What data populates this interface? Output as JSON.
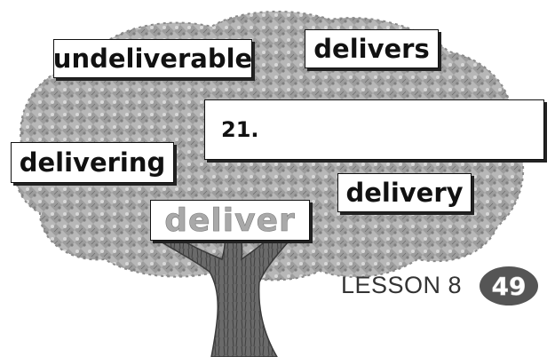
{
  "words": {
    "undeliverable": "undeliverable",
    "delivers": "delivers",
    "delivering": "delivering",
    "delivery": "delivery",
    "root": "deliver"
  },
  "answer": {
    "number": "21."
  },
  "footer": {
    "lesson": "LESSON 8",
    "page": "49"
  },
  "colors": {
    "box_border": "#111111",
    "root_word": "#a9a9a9",
    "foliage": "#9a9a9a",
    "trunk": "#5a5a5a",
    "page_badge": "#555555"
  }
}
